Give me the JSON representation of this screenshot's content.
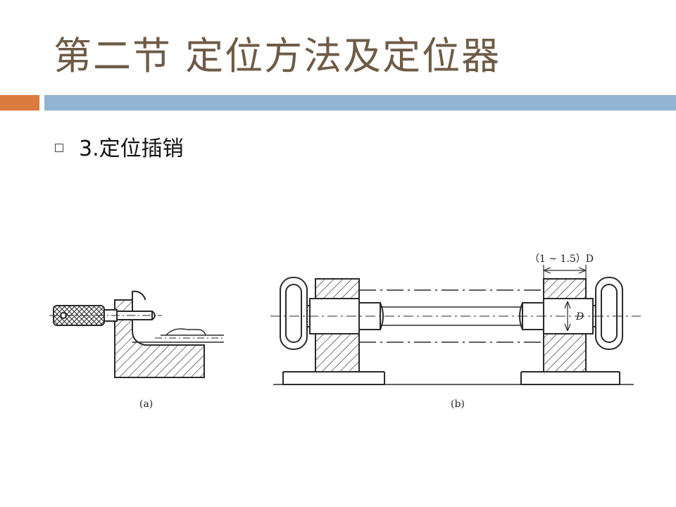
{
  "slide": {
    "title": "第二节  定位方法及定位器",
    "bullet": "3.定位插销"
  },
  "figures": {
    "a": {
      "caption": "(a)"
    },
    "b": {
      "caption": "(b)",
      "dimension_label": "（1 ~ 1.5）D",
      "diameter_label": "D"
    }
  },
  "colors": {
    "title": "#6e5b47",
    "accent_orange": "#dc7b3e",
    "accent_blue": "#93b3d2",
    "line": "#2a2a2a"
  }
}
